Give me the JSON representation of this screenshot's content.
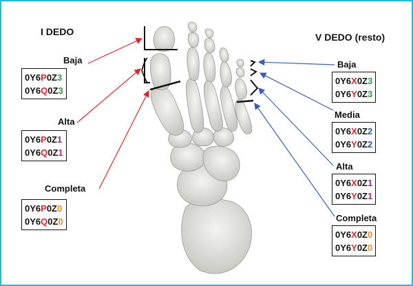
{
  "colors": {
    "frame": "#29b6d6",
    "red_arrow": "#d9262b",
    "blue_arrow": "#3a5fb0",
    "code_black": "#111111",
    "code_red": "#e0272d",
    "code_green": "#2e9b48",
    "code_purple": "#a0307a",
    "code_orange": "#f08a24",
    "code_blue": "#2e5cb0",
    "bone": "#e6e6e2"
  },
  "left": {
    "title": "I DEDO",
    "groups": [
      {
        "label": "Baja",
        "codes": [
          [
            "0Y6",
            "P",
            "0Z",
            "3"
          ],
          [
            "0Y6",
            "Q",
            "0Z",
            "3"
          ]
        ],
        "end_color": "code_green"
      },
      {
        "label": "Alta",
        "codes": [
          [
            "0Y6",
            "P",
            "0Z",
            "1"
          ],
          [
            "0Y6",
            "Q",
            "0Z",
            "1"
          ]
        ],
        "end_color": "code_purple"
      },
      {
        "label": "Completa",
        "codes": [
          [
            "0Y6",
            "P",
            "0Z",
            "0"
          ],
          [
            "0Y6",
            "Q",
            "0Z",
            "0"
          ]
        ],
        "end_color": "code_orange"
      }
    ]
  },
  "right": {
    "title": "V DEDO (resto)",
    "groups": [
      {
        "label": "Baja",
        "codes": [
          [
            "0Y6",
            "X",
            "0Z",
            "3"
          ],
          [
            "0Y6",
            "Y",
            "0Z",
            "3"
          ]
        ],
        "end_color": "code_green"
      },
      {
        "label": "Media",
        "codes": [
          [
            "0Y6",
            "X",
            "0Z",
            "2"
          ],
          [
            "0Y6",
            "Y",
            "0Z",
            "2"
          ]
        ],
        "end_color": "code_blue"
      },
      {
        "label": "Alta",
        "codes": [
          [
            "0Y6",
            "X",
            "0Z",
            "1"
          ],
          [
            "0Y6",
            "Y",
            "0Z",
            "1"
          ]
        ],
        "end_color": "code_purple"
      },
      {
        "label": "Completa",
        "codes": [
          [
            "0Y6",
            "X",
            "0Z",
            "0"
          ],
          [
            "0Y6",
            "Y",
            "0Z",
            "0"
          ]
        ],
        "end_color": "code_orange"
      }
    ]
  }
}
